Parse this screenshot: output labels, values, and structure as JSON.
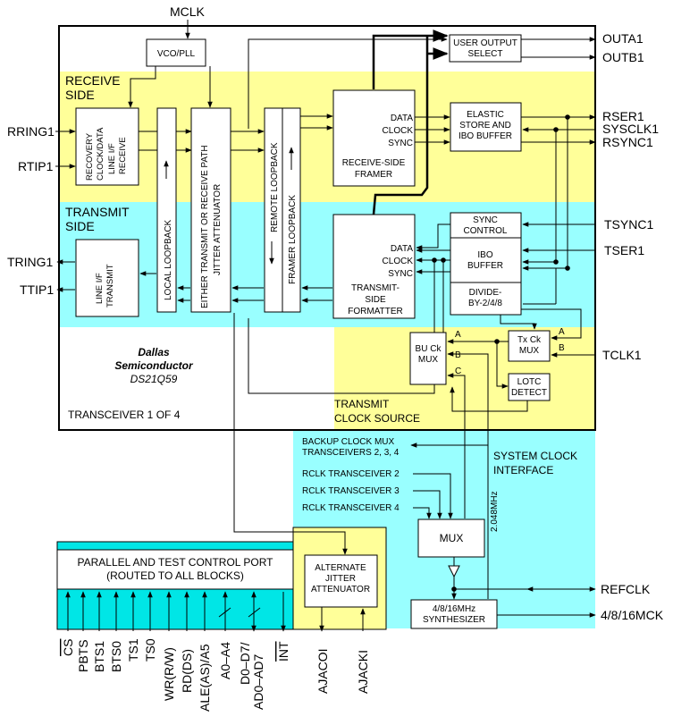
{
  "colors": {
    "yellow": "#ffff99",
    "cyan": "#99ffff",
    "teal": "#00e6e6",
    "border": "#000000"
  },
  "signals": {
    "mclk": "MCLK",
    "rring": "RRING1",
    "rtip": "RTIP1",
    "tring": "TRING1",
    "ttip": "TTIP1",
    "outa": "OUTA1",
    "outb": "OUTB1",
    "rser": "RSER1",
    "sysclk": "SYSCLK1",
    "rsync": "RSYNC1",
    "tsync": "TSYNC1",
    "tser": "TSER1",
    "tclk": "TCLK1",
    "refclk": "REFCLK",
    "mck": "4/8/16MCK"
  },
  "sections": {
    "receive": [
      "RECEIVE",
      "SIDE"
    ],
    "transmit": [
      "TRANSMIT",
      "SIDE"
    ],
    "tx_clock_source": [
      "TRANSMIT",
      "CLOCK SOURCE"
    ],
    "system_clock": [
      "SYSTEM CLOCK",
      "INTERFACE"
    ]
  },
  "blocks": {
    "vco": "VCO/PLL",
    "user_output": [
      "USER OUTPUT",
      "SELECT"
    ],
    "recovery": [
      "RECOVERY",
      "CLOCK/DATA",
      "LINE I/F",
      "RECEIVE"
    ],
    "local_loopback": "LOCAL LOOPBACK",
    "jitter_att": [
      "EITHER TRANSMIT OR RECEIVE PATH",
      "JITTER ATTENUATOR"
    ],
    "remote_loopback": "REMOTE LOOPBACK",
    "framer_loopback": "FRAMER LOOPBACK",
    "rx_framer": {
      "data": "DATA",
      "clock": "CLOCK",
      "sync": "SYNC",
      "name": [
        "RECEIVE-SIDE",
        "FRAMER"
      ]
    },
    "elastic": [
      "ELASTIC",
      "STORE AND",
      "IBO BUFFER"
    ],
    "line_tx": [
      "LINE I/F",
      "TRANSMIT"
    ],
    "tx_formatter": {
      "data": "DATA",
      "clock": "CLOCK",
      "sync": "SYNC",
      "name": [
        "TRANSMIT-",
        "SIDE",
        "FORMATTER"
      ]
    },
    "sync_control": [
      "SYNC",
      "CONTROL"
    ],
    "ibo_buffer": [
      "IBO",
      "BUFFER"
    ],
    "divide": [
      "DIVIDE-",
      "BY-2/4/8"
    ],
    "bu_mux": [
      "BU Ck",
      "MUX"
    ],
    "tx_mux": [
      "Tx Ck",
      "MUX"
    ],
    "lotc": [
      "LOTC",
      "DETECT"
    ],
    "mux": "MUX",
    "synth": [
      "4/8/16MHz",
      "SYNTHESIZER"
    ],
    "alt_jitter": [
      "ALTERNATE",
      "JITTER",
      "ATTENUATOR"
    ],
    "parallel_port": [
      "PARALLEL AND TEST CONTROL PORT",
      "(ROUTED TO ALL BLOCKS)"
    ]
  },
  "mux_inputs": {
    "a": "A",
    "b": "B",
    "c": "C"
  },
  "manufacturer": {
    "name": [
      "Dallas",
      "Semiconductor"
    ],
    "part": "DS21Q59"
  },
  "transceiver_label": "TRANSCEIVER 1 OF 4",
  "system_labels": {
    "backup": [
      "BACKUP CLOCK MUX",
      "TRANSCEIVERS 2, 3, 4"
    ],
    "rclk2": "RCLK TRANSCEIVER 2",
    "rclk3": "RCLK TRANSCEIVER 3",
    "rclk4": "RCLK TRANSCEIVER 4",
    "freq": "2.048MHz"
  },
  "port_pins": [
    "CS",
    "PBTS",
    "BTS1",
    "BTS0",
    "TS1",
    "TS0",
    "WR(R/W)",
    "RD(DS)",
    "ALE(AS)/A5",
    "A0–A4",
    "D0–D7/",
    "AD0–AD7",
    "INT"
  ],
  "ajacoi": "AJACOI",
  "ajacki": "AJACKI"
}
